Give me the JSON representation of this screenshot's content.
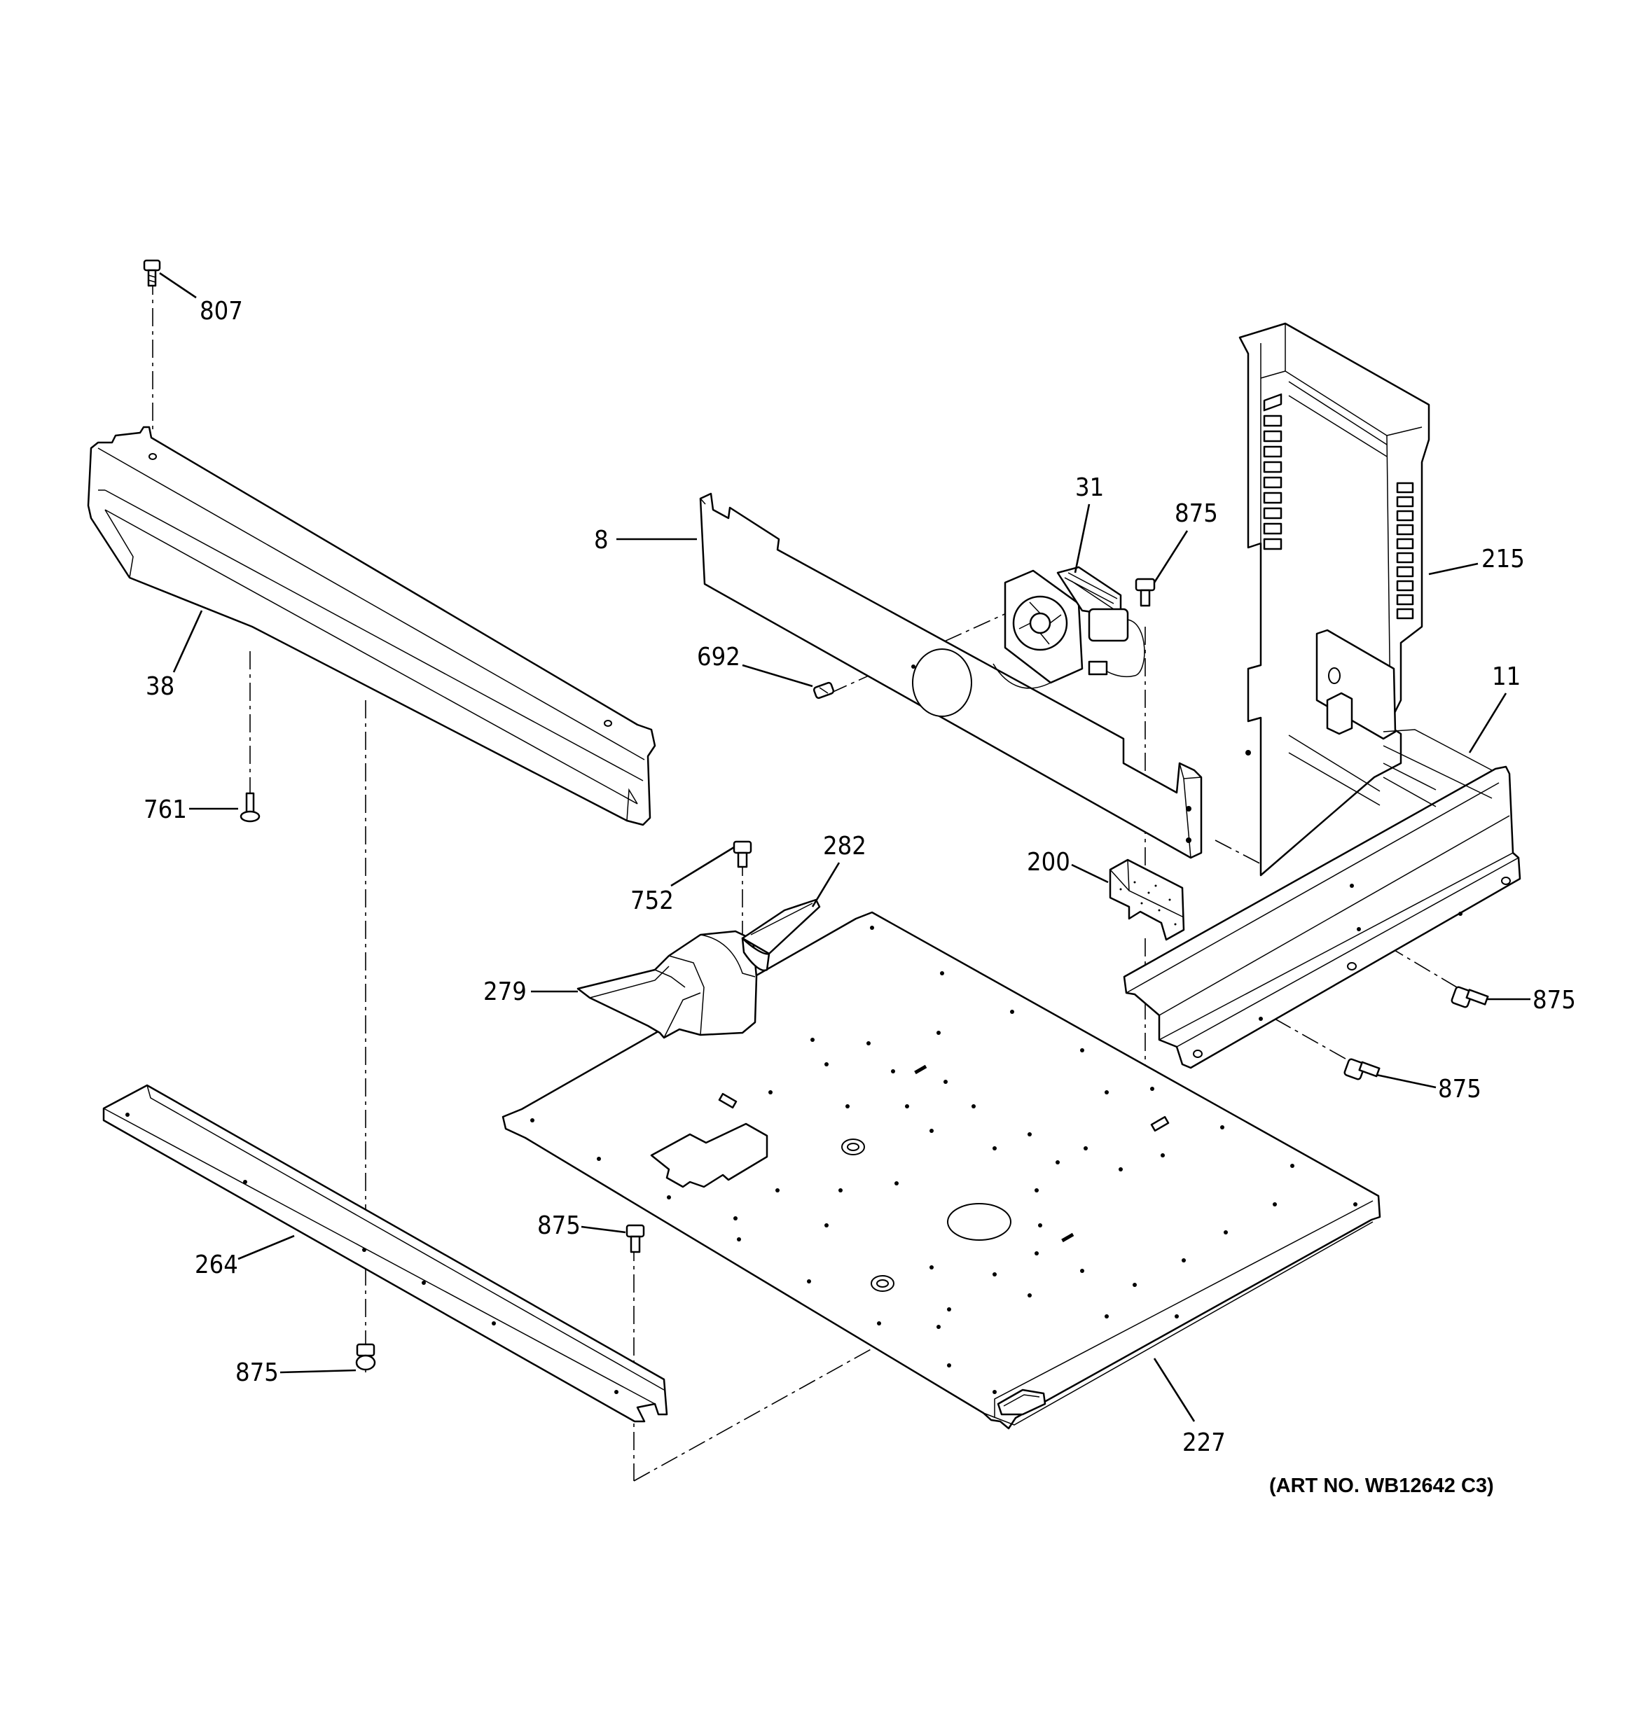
{
  "callouts": [
    {
      "id": "807",
      "label": "807"
    },
    {
      "id": "38",
      "label": "38"
    },
    {
      "id": "761",
      "label": "761"
    },
    {
      "id": "8",
      "label": "8"
    },
    {
      "id": "692",
      "label": "692"
    },
    {
      "id": "31",
      "label": "31"
    },
    {
      "id": "875a",
      "label": "875"
    },
    {
      "id": "215",
      "label": "215"
    },
    {
      "id": "11",
      "label": "11"
    },
    {
      "id": "752",
      "label": "752"
    },
    {
      "id": "282",
      "label": "282"
    },
    {
      "id": "200",
      "label": "200"
    },
    {
      "id": "279",
      "label": "279"
    },
    {
      "id": "875b",
      "label": "875"
    },
    {
      "id": "875c",
      "label": "875"
    },
    {
      "id": "264",
      "label": "264"
    },
    {
      "id": "875d",
      "label": "875"
    },
    {
      "id": "875e",
      "label": "875"
    },
    {
      "id": "227",
      "label": "227"
    }
  ],
  "art_number": "(ART NO. WB12642 C3)"
}
